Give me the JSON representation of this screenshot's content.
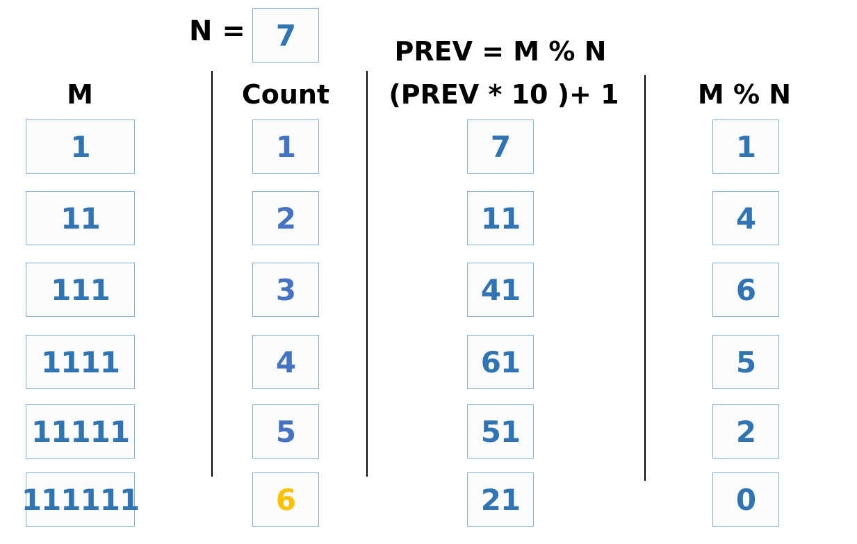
{
  "n_label": "N =",
  "n_value": "7",
  "formula": {
    "line1": "PREV = M % N",
    "line2": "(PREV * 10 )+ 1"
  },
  "headers": {
    "m": "M",
    "count": "Count",
    "m_mod_n": "M % N"
  },
  "columns": {
    "m": [
      "1",
      "11",
      "111",
      "1111",
      "11111",
      "111111"
    ],
    "count": [
      "1",
      "2",
      "3",
      "4",
      "5",
      "6"
    ],
    "prev": [
      "7",
      "11",
      "41",
      "61",
      "51",
      "21"
    ],
    "m_mod_n": [
      "1",
      "4",
      "6",
      "5",
      "2",
      "0"
    ]
  },
  "colors": {
    "value_text": "#2f74b5",
    "count_text": "#4472c4",
    "highlight": "#ffc000",
    "box_border": "#7fb2e0"
  },
  "highlight_count_index": 5
}
